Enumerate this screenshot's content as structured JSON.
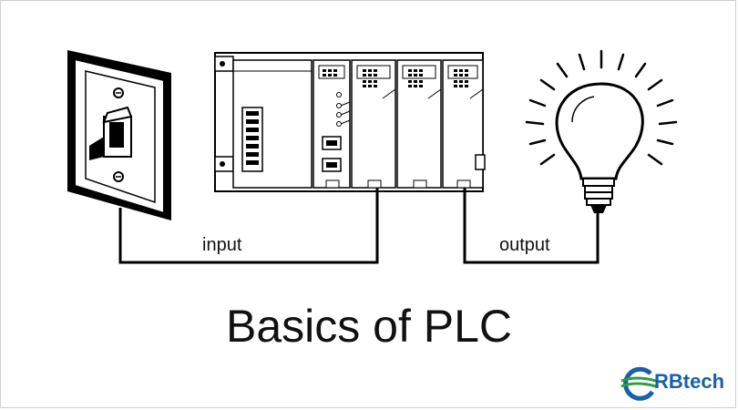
{
  "title": "Basics of PLC",
  "labels": {
    "input": "input",
    "output": "output"
  },
  "logo": {
    "text": "RBtech",
    "colors": {
      "blue": "#1a5fa8",
      "green": "#2e9e3e"
    }
  }
}
